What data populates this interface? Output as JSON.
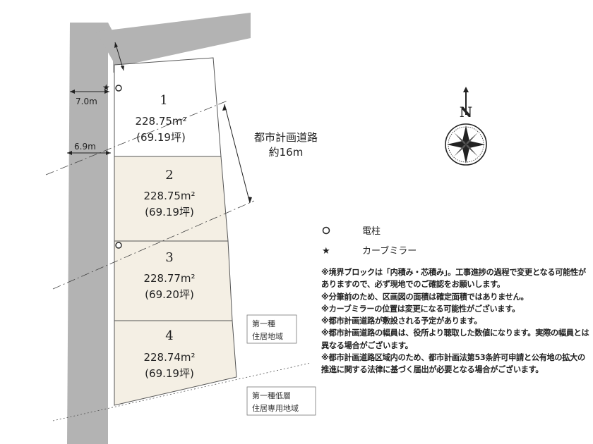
{
  "lots": [
    {
      "number": "1",
      "area": "228.75m²",
      "tsubo": "(69.19坪)"
    },
    {
      "number": "2",
      "area": "228.75m²",
      "tsubo": "(69.19坪)"
    },
    {
      "number": "3",
      "area": "228.77m²",
      "tsubo": "(69.20坪)"
    },
    {
      "number": "4",
      "area": "228.74m²",
      "tsubo": "(69.19坪)"
    }
  ],
  "road": {
    "name": "都市計画道路",
    "width": "約16m"
  },
  "road_widths": {
    "north": "7.0m",
    "south": "6.9m"
  },
  "compass": {
    "label": "N"
  },
  "zones": {
    "upper_line1": "第一種",
    "upper_line2": "住居地域",
    "lower_line1": "第一種低層",
    "lower_line2": "住居専用地域"
  },
  "legend": {
    "pole": "電柱",
    "mirror": "カーブミラー"
  },
  "notes": [
    "※境界ブロックは「内積み・芯積み」。工事進捗の過程で変更となる可能性がありますので、必ず現地でのご確認をお願いします。",
    "※分筆前のため、区画図の面積は確定面積ではありません。",
    "※カーブミラーの位置は変更になる可能性がございます。",
    "※都市計画道路が敷設される予定があります。",
    "※都市計画道路の幅員は、役所より聴取した数値になります。実際の幅員とは異なる場合がございます。",
    "※都市計画道路区域内のため、都市計画法第53条許可申請と公有地の拡大の推進に関する法律に基づく届出が必要となる場合がございます。"
  ],
  "colors": {
    "road": "#b3b3b3",
    "lot_fill": "#f4efe4",
    "line": "#555555"
  }
}
